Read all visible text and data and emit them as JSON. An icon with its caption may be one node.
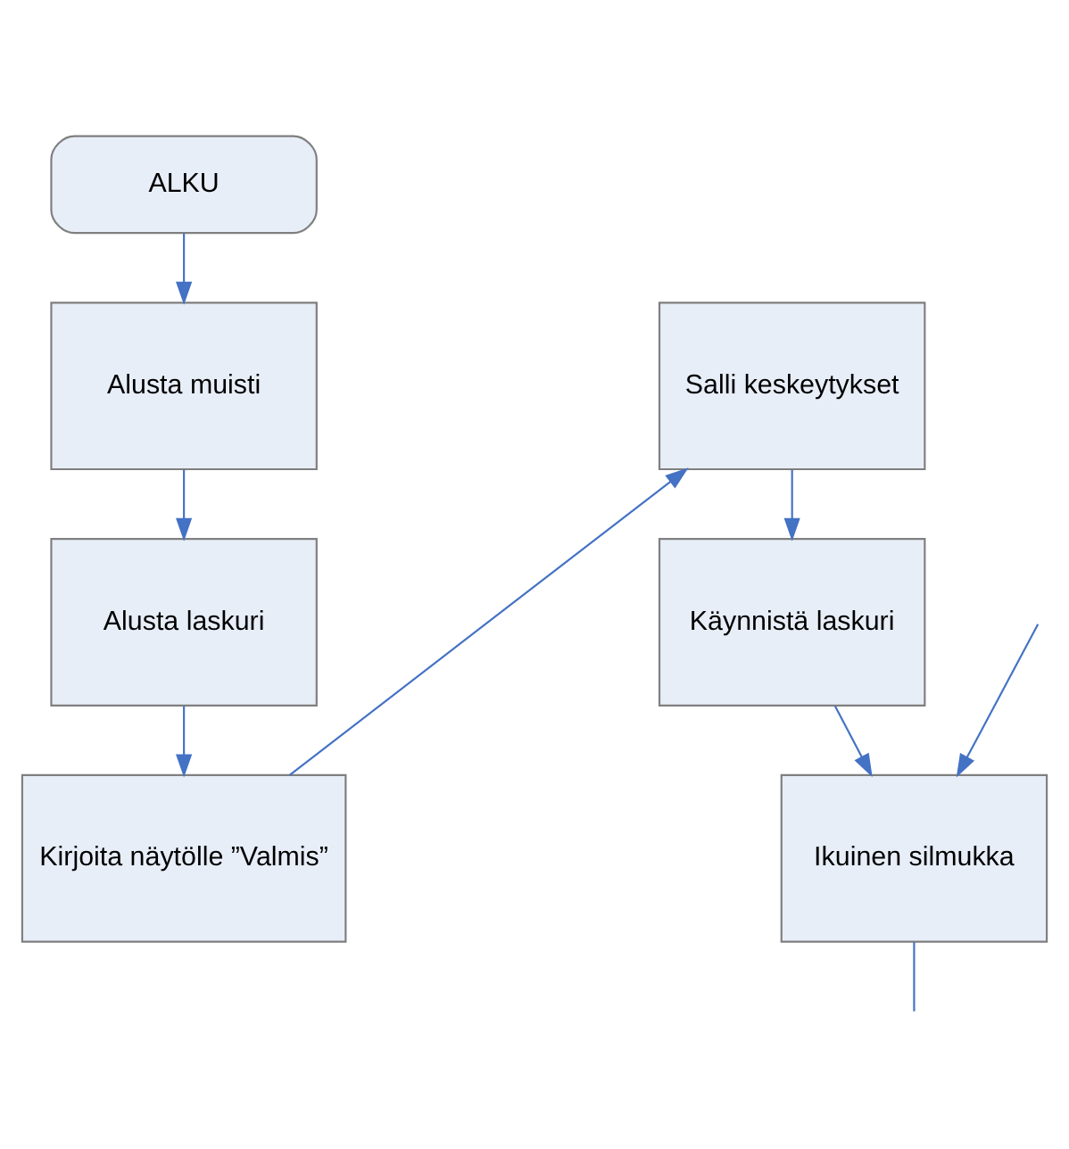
{
  "diagram": {
    "nodes": [
      {
        "text": [
          "ALKU"
        ]
      },
      {
        "text": [
          "Alusta muisti"
        ]
      },
      {
        "text": [
          "Alusta laskuri"
        ]
      },
      {
        "text": [
          "Kirjoita näytölle ”Valmis”"
        ]
      },
      {
        "text": [
          "Salli keskeytykset"
        ]
      },
      {
        "text": [
          "Käynnistä laskuri"
        ]
      },
      {
        "text": [
          "Ikuinen silmukka"
        ]
      }
    ],
    "edges": [
      {
        "from": 0,
        "to": 1,
        "arrow": "to"
      },
      {
        "from": 1,
        "to": 2,
        "arrow": "to"
      },
      {
        "from": 2,
        "to": 3,
        "arrow": "to"
      },
      {
        "from": 3,
        "to": 4,
        "arrow": "to"
      },
      {
        "from": 4,
        "to": 5,
        "arrow": "to"
      },
      {
        "from": 5,
        "to": 6,
        "arrow": "to"
      },
      {
        "from": null,
        "to": 6,
        "arrow": "to"
      },
      {
        "from": 6,
        "to": null,
        "arrow": "none"
      }
    ]
  }
}
